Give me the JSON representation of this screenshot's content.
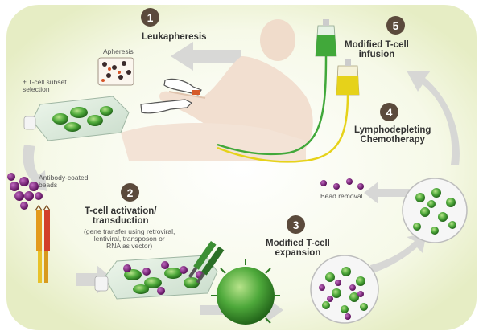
{
  "steps": [
    {
      "number": "1",
      "title": "Leukapheresis"
    },
    {
      "number": "2",
      "title": "T-cell activation/\ntransduction",
      "detail": "(gene transfer using retroviral,\nlentiviral, transposon or\nRNA as vector)"
    },
    {
      "number": "3",
      "title": "Modified T-cell\nexpansion"
    },
    {
      "number": "4",
      "title": "Lymphodepleting\nChemotherapy"
    },
    {
      "number": "5",
      "title": "Modified T-cell\ninfusion"
    }
  ],
  "labels": {
    "apheresis": "Apheresis",
    "subset_selection": "± T-cell subset\nselection",
    "beads": "Antibody-coated\nbeads",
    "bead_removal": "Bead removal"
  },
  "colors": {
    "background_loop": "#eef3d6",
    "arrow": "#d9d9d9",
    "cell_green": "#3e9a2c",
    "bead_purple": "#7a1f7a",
    "badge": "#5b4a3c",
    "bag_green": "#41a83a",
    "bag_yellow": "#e6d21a"
  }
}
